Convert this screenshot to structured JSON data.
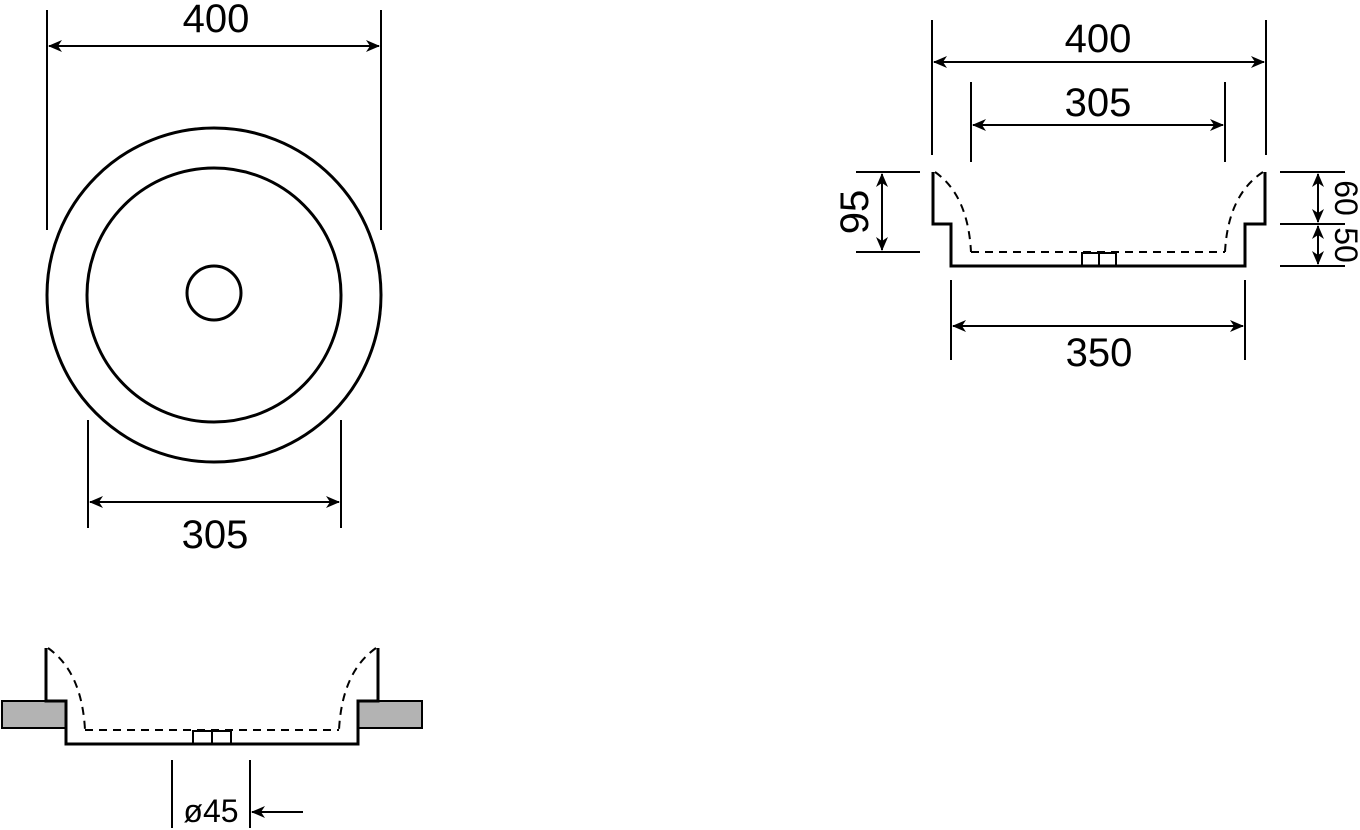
{
  "top_view": {
    "outer_width_label": "400",
    "inner_width_label": "305"
  },
  "side_view": {
    "top_width_label": "400",
    "inner_width_label": "305",
    "base_width_label": "350",
    "height_label": "95",
    "upper_height_label": "60",
    "lower_height_label": "50"
  },
  "install_view": {
    "drain_label": "ø45"
  },
  "colors": {
    "line": "#000000",
    "counter_fill": "#b3b3b3",
    "background": "#ffffff"
  }
}
